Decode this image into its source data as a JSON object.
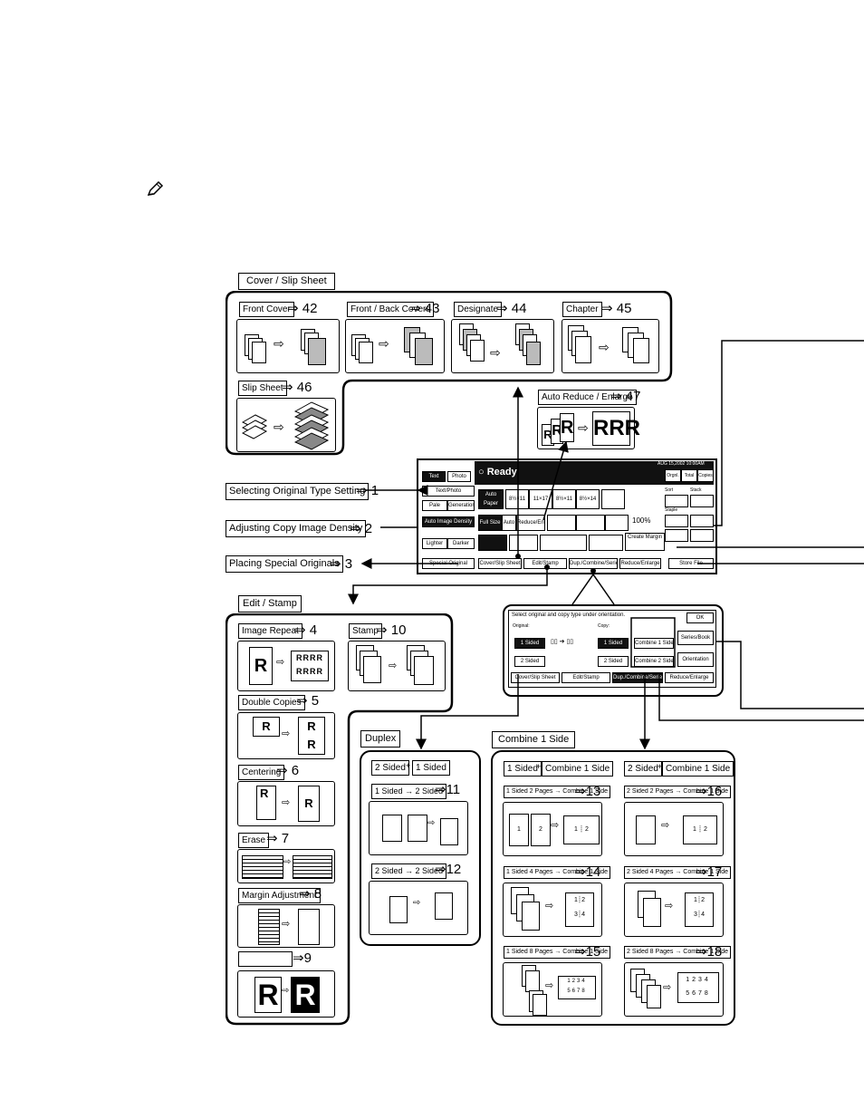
{
  "arrow_symbol": "⇒",
  "groups": {
    "cover_slip": "Cover / Slip Sheet",
    "edit_stamp": "Edit / Stamp",
    "duplex": "Duplex",
    "combine": "Combine 1 Side"
  },
  "cover": {
    "front_cover": {
      "label": "Front Cover",
      "page": "42"
    },
    "front_back": {
      "label": "Front / Back Covers",
      "page": "43"
    },
    "designate": {
      "label": "Designate",
      "page": "44"
    },
    "chapter": {
      "label": "Chapter",
      "page": "45"
    },
    "slip_sheet": {
      "label": "Slip Sheet",
      "page": "46"
    }
  },
  "auto_reduce": {
    "label": "Auto Reduce / Enlarge",
    "page": "47"
  },
  "callouts": [
    {
      "label": "Selecting Original Type Setting",
      "page": "1"
    },
    {
      "label": "Adjusting Copy Image Density",
      "page": "2"
    },
    {
      "label": "Placing Special Originals",
      "page": "3"
    }
  ],
  "edit": {
    "image_repeat": {
      "label": "Image Repeat",
      "page": "4"
    },
    "stamp": {
      "label": "Stamp",
      "page": "10"
    },
    "double_copies": {
      "label": "Double Copies",
      "page": "5"
    },
    "centering": {
      "label": "Centering",
      "page": "6"
    },
    "erase": {
      "label": "Erase",
      "page": "7"
    },
    "margin": {
      "label": "Margin Adjustment",
      "page": "8"
    },
    "blank": {
      "label": "",
      "page": "9"
    }
  },
  "duplex": {
    "header_a": "2 Sided",
    "header_b": "1 Sided",
    "one_to_two": {
      "label": "1 Sided → 2 Sided",
      "page": "11"
    },
    "two_to_two": {
      "label": "2 Sided → 2 Sided",
      "page": "12"
    }
  },
  "combine": {
    "h1a": "1 Sided",
    "h1b": "Combine 1 Side",
    "h2a": "2 Sided",
    "h2b": "Combine 1 Side",
    "items": [
      {
        "label": "1 Sided 2 Pages → Combine 1 Side",
        "page": "13"
      },
      {
        "label": "2 Sided 2 Pages → Combine 1 Side",
        "page": "16"
      },
      {
        "label": "1 Sided 4 Pages → Combine 1 Side",
        "page": "14"
      },
      {
        "label": "2 Sided 4 Pages → Combine 1 Side",
        "page": "17"
      },
      {
        "label": "1 Sided 8 Pages → Combine 1 Side",
        "page": "15"
      },
      {
        "label": "2 Sided 8 Pages → Combine 1 Side",
        "page": "18"
      }
    ]
  },
  "panel": {
    "status": "Ready",
    "date": "AUG 15,2002 10:00AM",
    "text_btn": "Text",
    "photo_btn": "Photo",
    "textphoto_btn": "Text/Photo",
    "pale_btn": "Pale",
    "generation_btn": "Generation",
    "auto_density": "Auto Image Density",
    "lighter": "Lighter",
    "darker": "Darker",
    "auto_paper": "Auto Paper Select▶",
    "trays": [
      "8½×11",
      "11×17",
      "8½×11",
      "8½×14"
    ],
    "full_size": "Full Size",
    "auto": "Auto",
    "reduce_enlarge": "Reduce/Enlarge",
    "ratio": "100%",
    "create_margin": "Create Margin",
    "special_original": "Special Original",
    "cover_slip_btn": "Cover/Slip Sheet",
    "edit_stamp_btn": "Edit/Stamp",
    "dup_combine_btn": "Dup./Combine/Series",
    "reduce_btn": "Reduce/Enlarge",
    "store_file": "Store File",
    "orig": "Orgnl.",
    "total": "Total",
    "copies": "Copies",
    "sort": "Sort",
    "stack": "Stack",
    "staple": "Staple"
  },
  "sub_panel": {
    "message": "Select original and copy type under orientation.",
    "ok": "OK",
    "original": "Original:",
    "copy": "Copy:",
    "o1": "1 Sided",
    "o2": "2 Sided",
    "c1": "1 Sided",
    "c2": "2 Sided",
    "comb1": "Combine 1 Side",
    "comb2": "Combine 2 Side",
    "series": "Series/Book",
    "orientation": "Orientation",
    "tabs": [
      "Cover/Slip Sheet",
      "Edit/Stamp",
      "Dup./Combine/Series",
      "Reduce/Enlarge"
    ]
  }
}
